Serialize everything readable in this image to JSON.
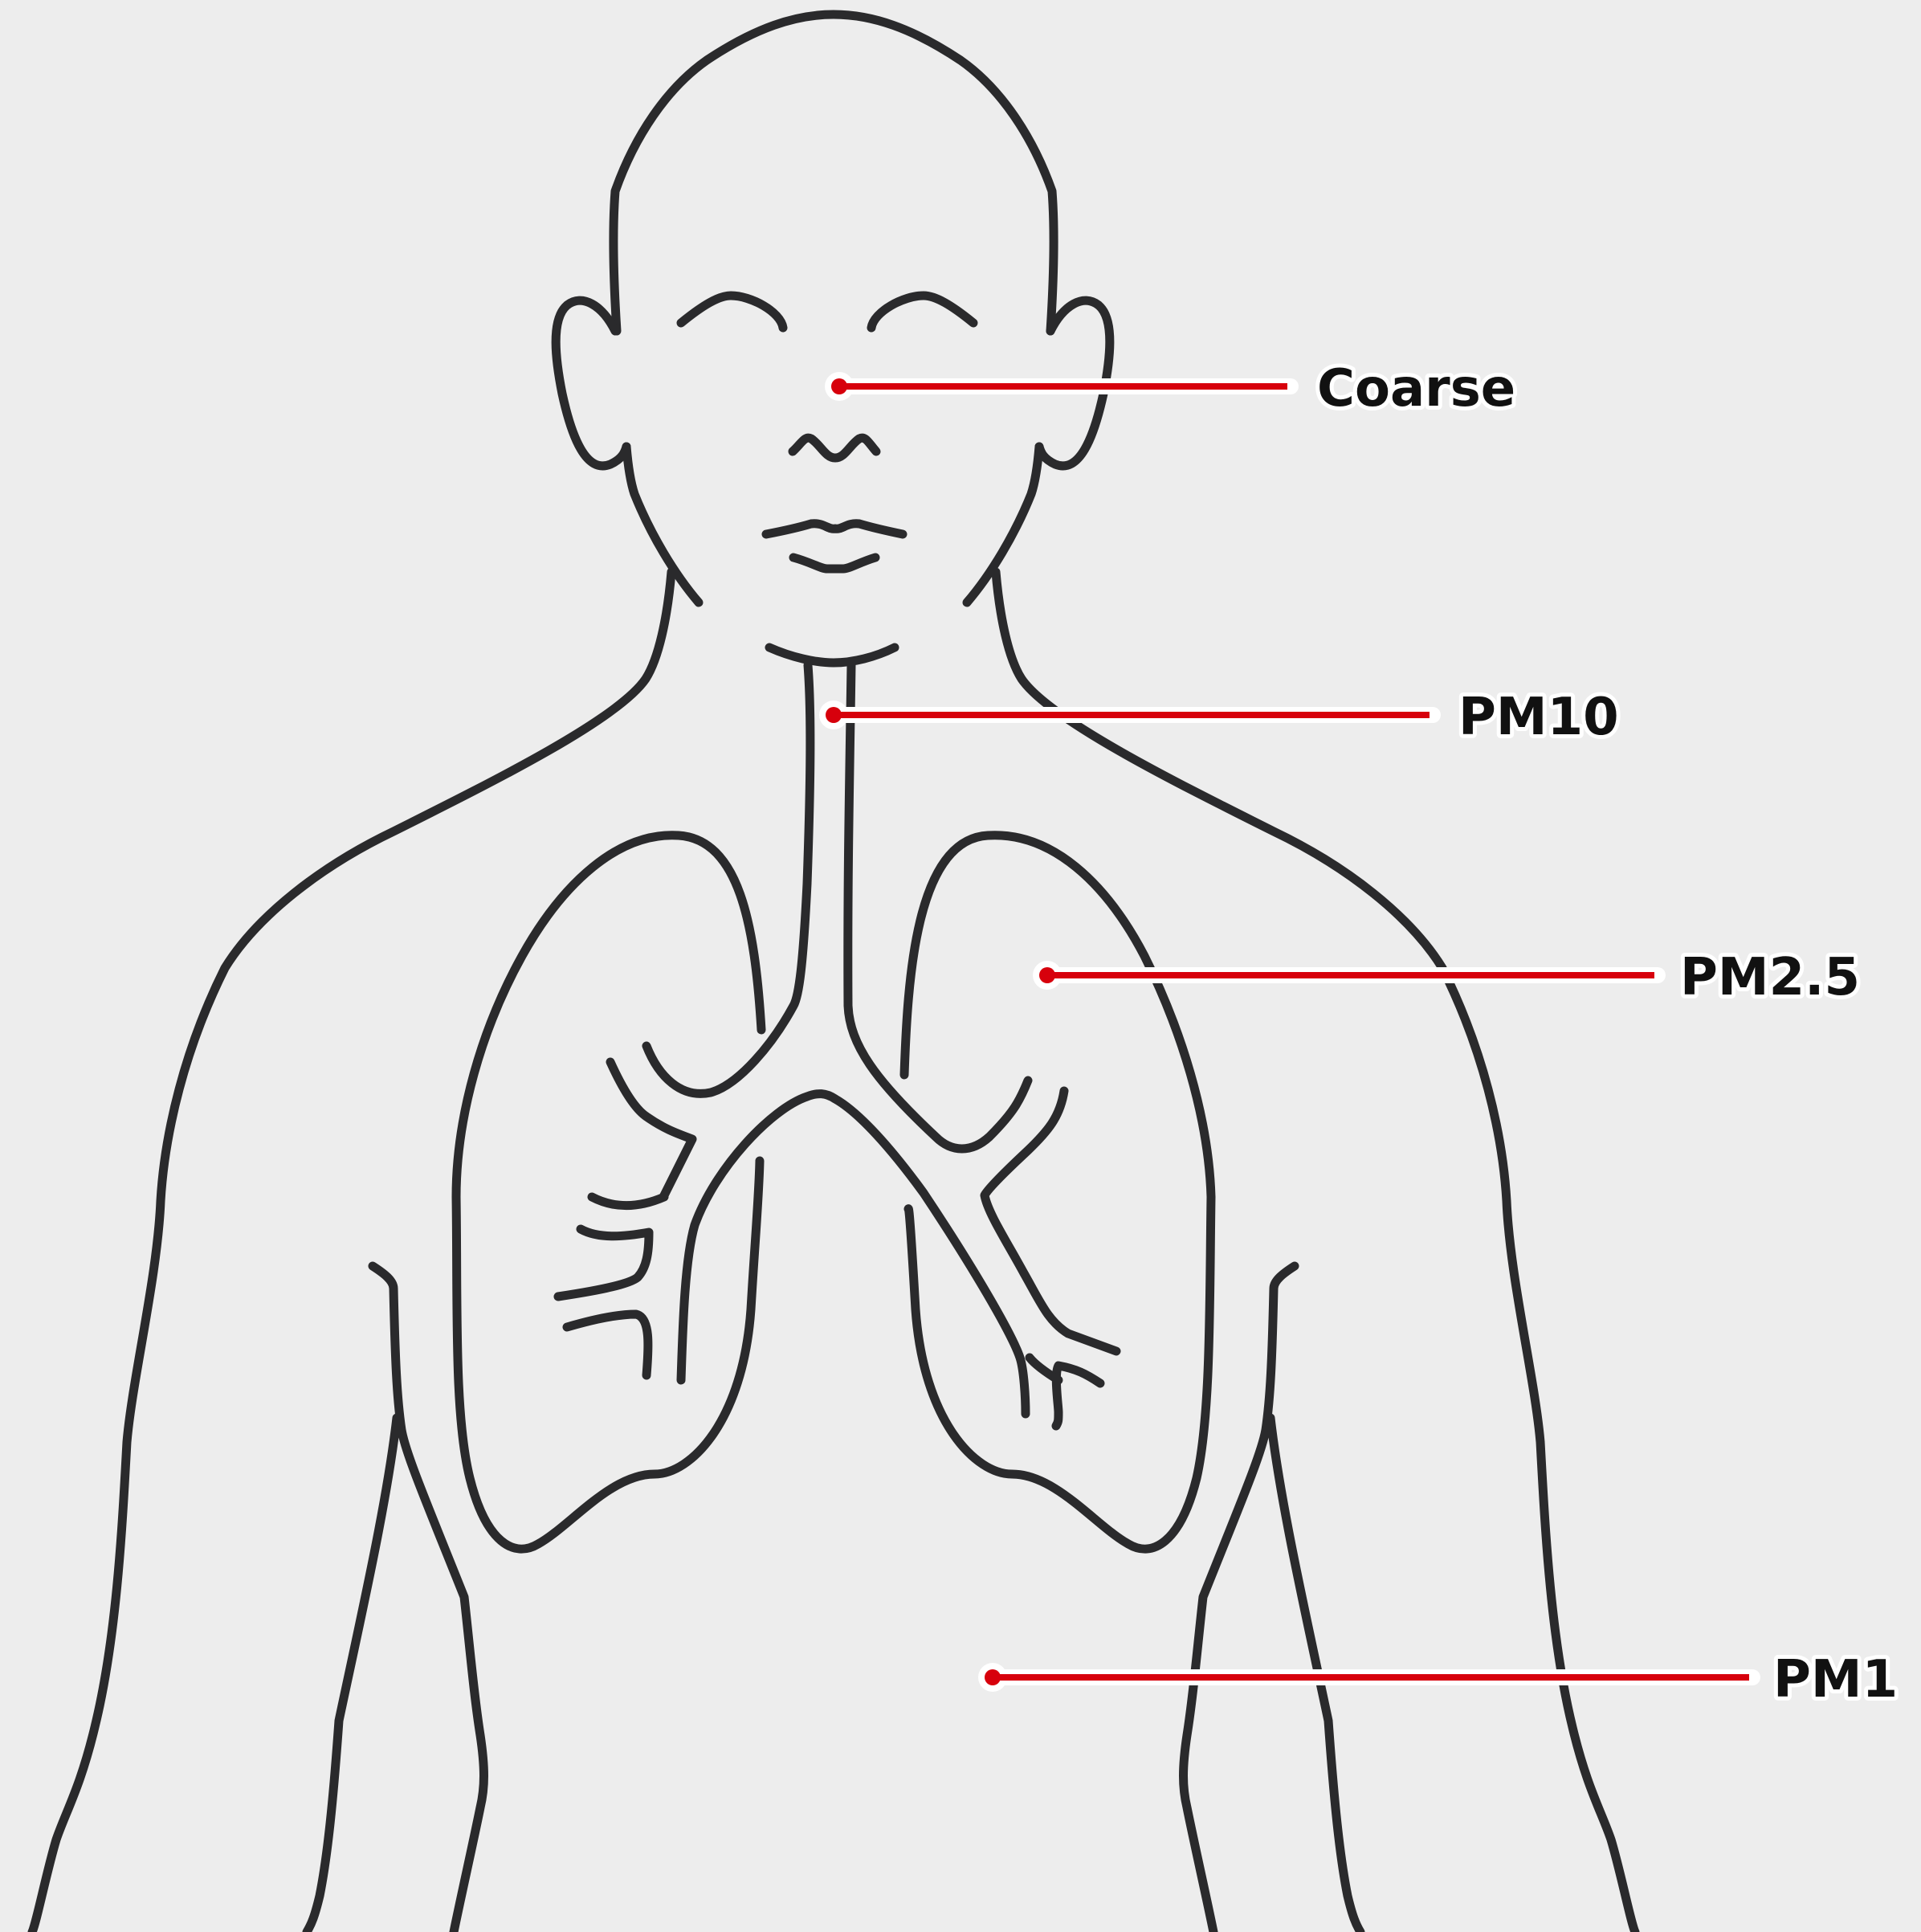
{
  "labels": [
    {
      "id": "coarse",
      "text": "Coarse"
    },
    {
      "id": "pm10",
      "text": "PM10"
    },
    {
      "id": "pm25",
      "text": "PM2.5"
    },
    {
      "id": "pm1",
      "text": "PM1"
    }
  ],
  "colors": {
    "background": "#ededed",
    "outline": "#2a2a2c",
    "leader": "#d7000c",
    "halo": "#ffffff"
  }
}
